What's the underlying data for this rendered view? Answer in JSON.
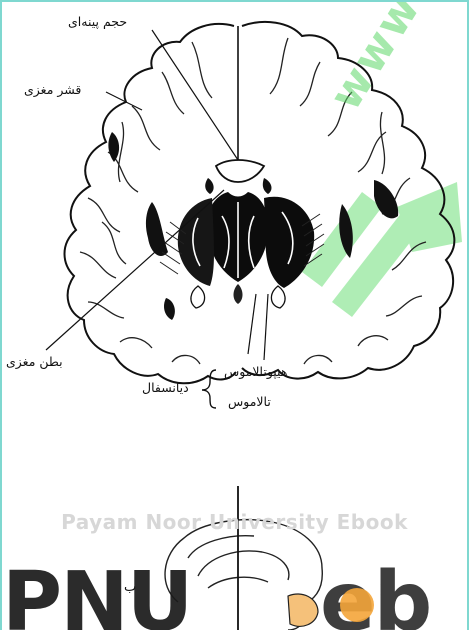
{
  "labels": {
    "corpus_callosum": "حجم پینه‌ای",
    "cerebral_cortex": "قشر مغزی",
    "ventricle": "بطن مغزی",
    "hypothalamus": "هیپوتالاموس",
    "thalamus": "تالاموس",
    "diencephalon": "دیانسفال",
    "panel_b": "ب"
  },
  "watermarks": {
    "caption": "Payam Noor University Ebook",
    "logo_left": "PNU",
    "logo_right": "eb",
    "diagonal": "www"
  },
  "colors": {
    "border": "#7fd8d0",
    "watermark_gray": "#d7d7d7",
    "watermark_green": "#5fd86a",
    "logo_orange": "#f4a53a"
  }
}
